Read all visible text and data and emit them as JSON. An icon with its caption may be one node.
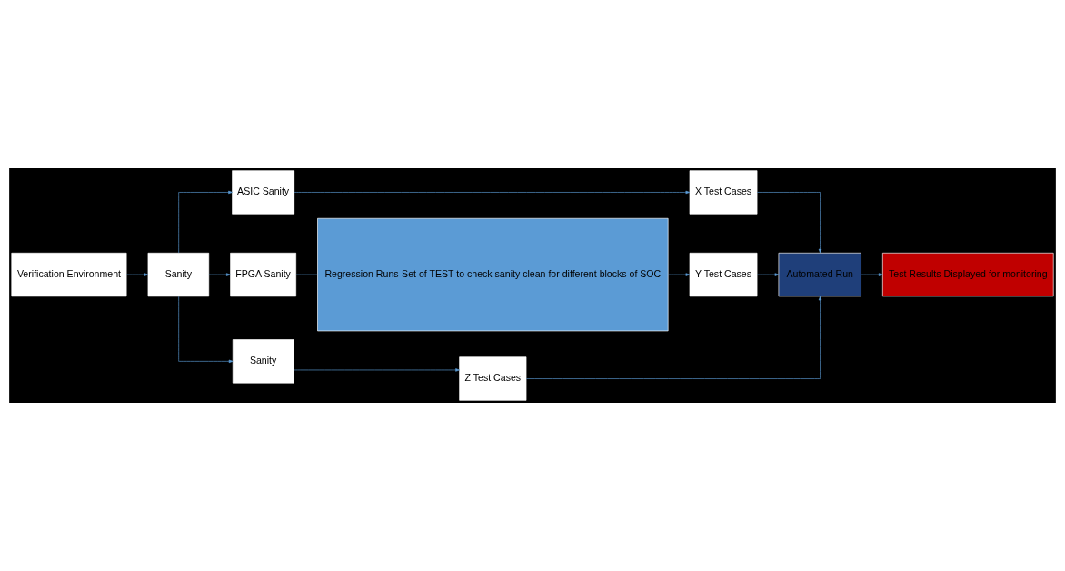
{
  "diagram": {
    "nodes": [
      {
        "text": [
          "Verification Environment"
        ]
      },
      {
        "text": [
          "Sanity"
        ]
      },
      {
        "text": [
          "ASIC Sanity"
        ]
      },
      {
        "text": [
          "FPGA Sanity"
        ]
      },
      {
        "text": [
          "Sanity"
        ]
      },
      {
        "text": [
          "Regression Runs-Set of TEST to check sanity clean for different blocks of SOC"
        ]
      },
      {
        "text": [
          "X Test Cases"
        ]
      },
      {
        "text": [
          "Y Test Cases"
        ]
      },
      {
        "text": [
          "Z Test Cases"
        ]
      },
      {
        "text": [
          "Automated Run"
        ]
      },
      {
        "text": [
          "Test Results Displayed for monitoring"
        ]
      }
    ],
    "edges": [
      {
        "from": 0,
        "to": 1,
        "arrow": "to"
      },
      {
        "from": 1,
        "to": 2,
        "arrow": "to"
      },
      {
        "from": 1,
        "to": 3,
        "arrow": "to"
      },
      {
        "from": 1,
        "to": 4,
        "arrow": "to"
      },
      {
        "from": 2,
        "to": 6,
        "arrow": "to"
      },
      {
        "from": 3,
        "to": 5,
        "arrow": "none"
      },
      {
        "from": 5,
        "to": 7,
        "arrow": "to"
      },
      {
        "from": 4,
        "to": 8,
        "arrow": "to"
      },
      {
        "from": 6,
        "to": 9,
        "arrow": "to"
      },
      {
        "from": 7,
        "to": 9,
        "arrow": "to"
      },
      {
        "from": 8,
        "to": 9,
        "arrow": "to"
      },
      {
        "from": 9,
        "to": 10,
        "arrow": "to"
      }
    ]
  }
}
